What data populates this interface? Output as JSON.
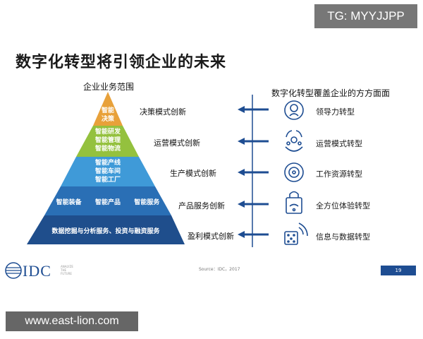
{
  "watermark_top": "TG: MYYJJPP",
  "title": "数字化转型将引领企业的未来",
  "pyramid_caption": "企业业务范围",
  "right_caption": "数字化转型覆盖企业的方方面面",
  "pyramid_layers": [
    {
      "lines": [
        "智能",
        "决策"
      ],
      "color": "#e8a13a"
    },
    {
      "lines": [
        "智能研发",
        "智能管理",
        "智能物流"
      ],
      "color": "#94c13e"
    },
    {
      "lines": [
        "智能产线",
        "智能车间",
        "智能工厂"
      ],
      "color": "#3f9ad8"
    },
    {
      "lines": [
        "智能装备",
        "智能产品",
        "智能服务"
      ],
      "color": "#2a6fb5"
    },
    {
      "lines": [
        "数据挖掘与分析服务、投资与融资服务"
      ],
      "color": "#1f4e8c"
    }
  ],
  "innovations": [
    "决策模式创新",
    "运营模式创新",
    "生产模式创新",
    "产品服务创新",
    "盈利模式创新"
  ],
  "transformations": [
    {
      "label": "领导力转型",
      "icon": "leadership-icon"
    },
    {
      "label": "运营模式转型",
      "icon": "operations-icon"
    },
    {
      "label": "工作资源转型",
      "icon": "work-resource-icon"
    },
    {
      "label": "全方位体验转型",
      "icon": "experience-icon"
    },
    {
      "label": "信息与数据转型",
      "icon": "data-icon"
    }
  ],
  "source": "Source：IDC，2017",
  "page_number": "19",
  "logo": {
    "text": "IDC",
    "sub": "ANALYZE THE FUTURE"
  },
  "watermark_bottom": "www.east-lion.com",
  "colors": {
    "arrow": "#1e4d92",
    "icon_stroke": "#1e4d92",
    "divider": "#1e4d92"
  }
}
